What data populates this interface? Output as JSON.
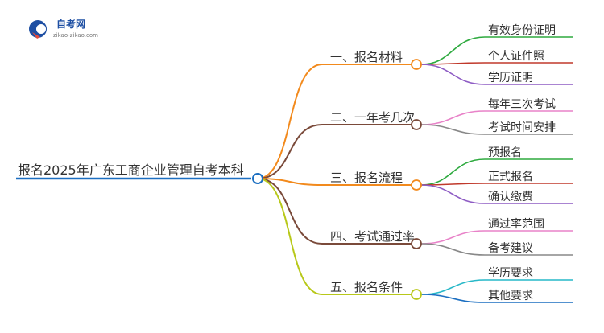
{
  "logo": {
    "name": "自考网",
    "url_text": "zikao-zikao.com",
    "color": "#1e4fa3"
  },
  "root": {
    "label": "报名2025年广东工商企业管理自考本科",
    "color": "#1c6fc1"
  },
  "branches": [
    {
      "label": "一、报名材料",
      "color": "#f28a1d",
      "children": [
        {
          "label": "有效身份证明",
          "color": "#2eaa3f"
        },
        {
          "label": "个人证件照",
          "color": "#c0392b"
        },
        {
          "label": "学历证明",
          "color": "#8e5cc4"
        }
      ]
    },
    {
      "label": "二、一年考几次",
      "color": "#7a4a3a",
      "children": [
        {
          "label": "每年三次考试",
          "color": "#e882c8"
        },
        {
          "label": "考试时间安排",
          "color": "#888888"
        }
      ]
    },
    {
      "label": "三、报名流程",
      "color": "#f28a1d",
      "children": [
        {
          "label": "预报名",
          "color": "#2eaa3f"
        },
        {
          "label": "正式报名",
          "color": "#c0392b"
        },
        {
          "label": "确认缴费",
          "color": "#8e5cc4"
        }
      ]
    },
    {
      "label": "四、考试通过率",
      "color": "#7a4a3a",
      "children": [
        {
          "label": "通过率范围",
          "color": "#e882c8"
        },
        {
          "label": "备考建议",
          "color": "#888888"
        }
      ]
    },
    {
      "label": "五、报名条件",
      "color": "#b8c81a",
      "children": [
        {
          "label": "学历要求",
          "color": "#27b8c8"
        },
        {
          "label": "其他要求",
          "color": "#1c6fc1"
        }
      ]
    }
  ]
}
